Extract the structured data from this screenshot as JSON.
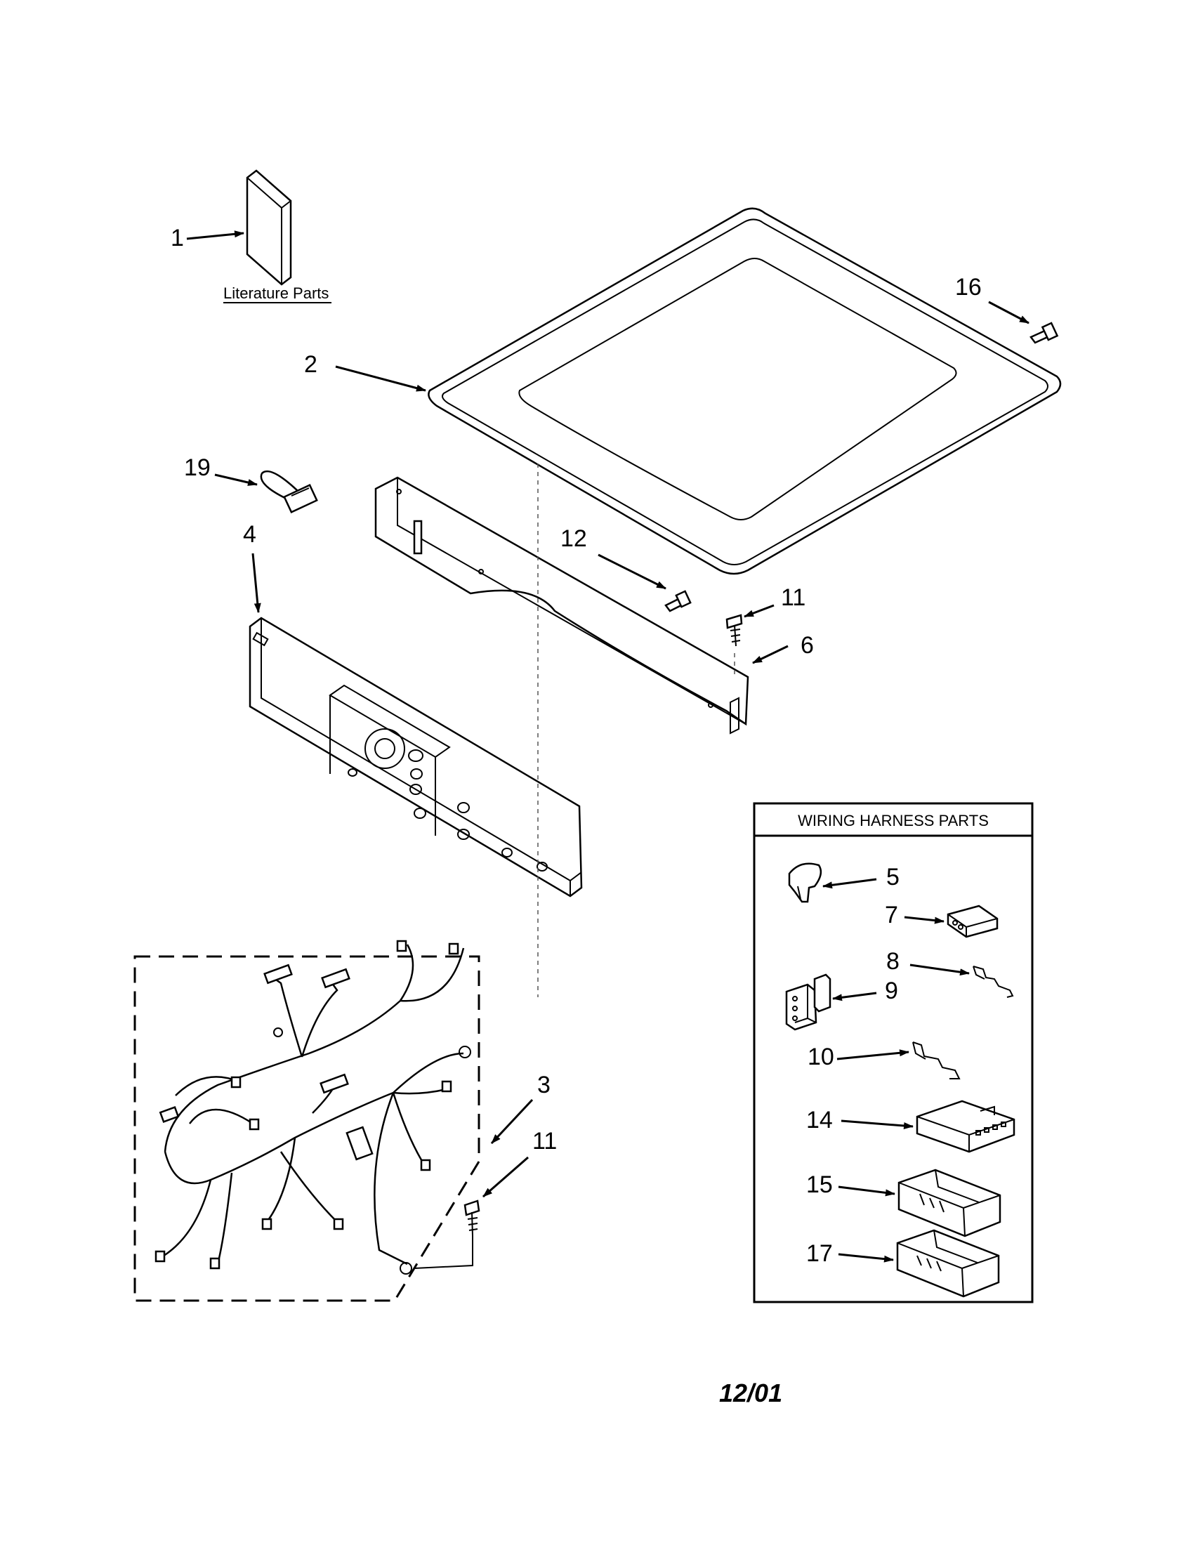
{
  "diagram": {
    "literature_label": "Literature Parts",
    "wiring_box_title": "WIRING HARNESS PARTS",
    "date_code": "12/01",
    "callouts": {
      "c1": "1",
      "c2": "2",
      "c3": "3",
      "c4": "4",
      "c5": "5",
      "c6": "6",
      "c7": "7",
      "c8": "8",
      "c9": "9",
      "c10": "10",
      "c11a": "11",
      "c11b": "11",
      "c12": "12",
      "c14": "14",
      "c15": "15",
      "c16": "16",
      "c17": "17",
      "c19": "19"
    }
  }
}
